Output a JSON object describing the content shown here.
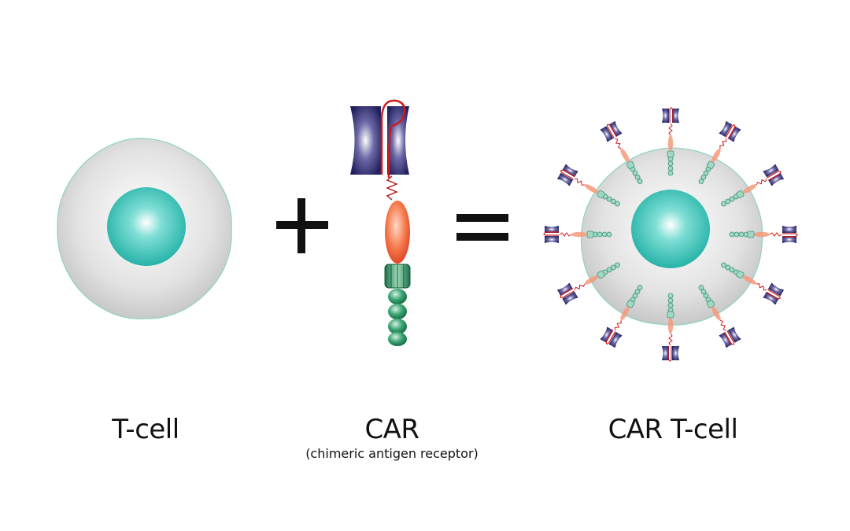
{
  "labels": {
    "tcell": "T-cell",
    "car": "CAR",
    "car_full": "(chimeric antigen receptor)",
    "car_tcell": "CAR T-cell"
  },
  "symbols": {
    "plus": "+",
    "equals": "="
  },
  "colors": {
    "cell_body": "#d8d8d8",
    "cell_edge": "#8fd3c0",
    "nucleus": "#2fc1b6",
    "antigen_binding": "#2b2870",
    "linker": "#d01a1a",
    "transmembrane": "#f26a3d",
    "signaling": "#1f8a5a"
  },
  "car_receptor_count": 12
}
